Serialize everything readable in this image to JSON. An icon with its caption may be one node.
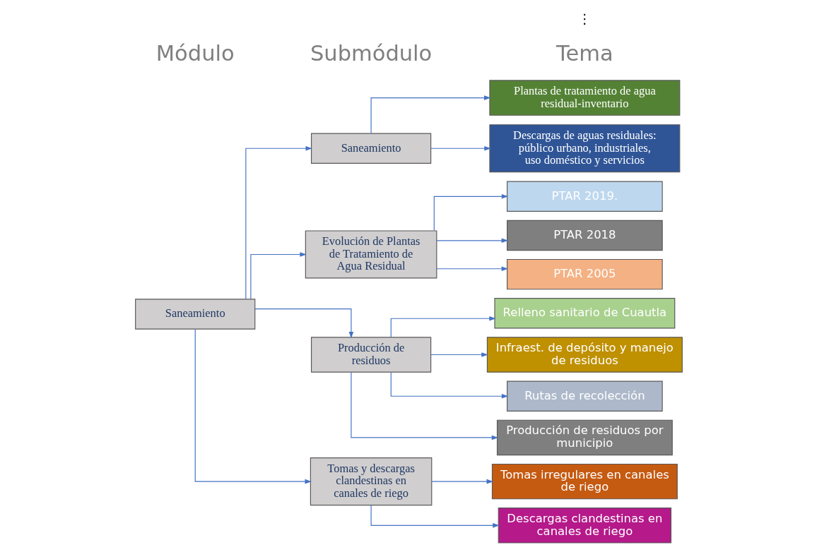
{
  "diagram": {
    "nodes": [
      {
        "text": [
          "Saneamiento"
        ]
      },
      {
        "text": [
          "Saneamiento"
        ]
      },
      {
        "text": [
          "Evolución de Plantas de Tratamiento de Agua Residual"
        ]
      },
      {
        "text": [
          "Producción de residuos"
        ]
      },
      {
        "text": [
          "Tomas y descargas clandestinas en canales de riego"
        ]
      },
      {
        "text": [
          "Plantas de tratamiento de agua residual-inventario"
        ]
      },
      {
        "text": [
          "Descargas de aguas residuales: público urbano, industriales, uso doméstico y servicios"
        ]
      },
      {
        "text": [
          "PTAR 2019."
        ]
      },
      {
        "text": [
          "PTAR 2018"
        ]
      },
      {
        "text": [
          "PTAR 2005"
        ]
      },
      {
        "text": [
          "Relleno sanitario de Cuautla"
        ]
      },
      {
        "text": [
          "Infraest. de depósito y manejo de residuos"
        ]
      },
      {
        "text": [
          "Rutas de recolección"
        ]
      },
      {
        "text": [
          "Producción de residuos por municipio"
        ]
      },
      {
        "text": [
          "Tomas irregulares en canales de riego"
        ]
      },
      {
        "text": [
          "Descargas clandestinas en canales de riego"
        ]
      }
    ],
    "edges": [
      {
        "from": 0,
        "to": 1,
        "arrow": "to"
      },
      {
        "from": 0,
        "to": 2,
        "arrow": "to"
      },
      {
        "from": 0,
        "to": 3,
        "arrow": "to"
      },
      {
        "from": 0,
        "to": 4,
        "arrow": "to"
      },
      {
        "from": 1,
        "to": 5,
        "arrow": "to"
      },
      {
        "from": 1,
        "to": 6,
        "arrow": "to"
      },
      {
        "from": 2,
        "to": 7,
        "arrow": "to"
      },
      {
        "from": 2,
        "to": 8,
        "arrow": "to"
      },
      {
        "from": 2,
        "to": 9,
        "arrow": "to"
      },
      {
        "from": 3,
        "to": 10,
        "arrow": "to"
      },
      {
        "from": 3,
        "to": 11,
        "arrow": "to"
      },
      {
        "from": 3,
        "to": 12,
        "arrow": "to"
      },
      {
        "from": 3,
        "to": 13,
        "arrow": "to"
      },
      {
        "from": 4,
        "to": 14,
        "arrow": "to"
      },
      {
        "from": 4,
        "to": 15,
        "arrow": "to"
      }
    ],
    "labels": [
      "Módulo",
      "Submódulo",
      "Tema",
      "⋮"
    ]
  }
}
